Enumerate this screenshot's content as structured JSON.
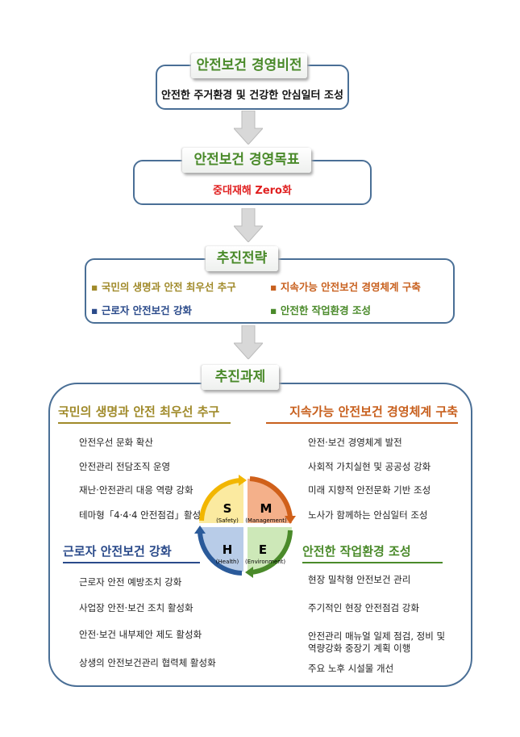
{
  "vision": {
    "title": "안전보건 경영비전",
    "text": "안전한 주거환경 및 건강한 안심일터 조성"
  },
  "goal": {
    "title": "안전보건 경영목표",
    "text": "중대재해 Zero화"
  },
  "strategy": {
    "title": "추진전략",
    "items": [
      {
        "text": "국민의 생명과 안전 최우선 추구",
        "color": "#a08a2a"
      },
      {
        "text": "지속가능 안전보건 경영체계 구축",
        "color": "#c8601e"
      },
      {
        "text": "근로자 안전보건 강화",
        "color": "#2a4a8a"
      },
      {
        "text": "안전한 작업환경 조성",
        "color": "#4a8a2a"
      }
    ]
  },
  "tasks": {
    "title": "추진과제",
    "s": {
      "heading": "국민의 생명과 안전 최우선 추구",
      "items": [
        "안전우선 문화 확산",
        "안전관리 전담조직 운영",
        "재난·안전관리 대응 역량 강화",
        "테마형「4·4·4 안전점검」활성화"
      ]
    },
    "m": {
      "heading": "지속가능 안전보건 경영체계 구축",
      "items": [
        "안전·보건 경영체계 발전",
        "사회적 가치실현 및 공공성 강화",
        "미래 지향적 안전문화 기반 조성",
        "노사가 함께하는 안심일터 조성"
      ]
    },
    "h": {
      "heading": "근로자 안전보건 강화",
      "items": [
        "근로자 안전 예방조치 강화",
        "사업장 안전·보건 조치 활성화",
        "안전·보건 내부제안 제도 활성화",
        "상생의 안전보건관리 협력체 활성화"
      ]
    },
    "e": {
      "heading": "안전한 작업환경 조성",
      "items": [
        "현장 밀착형 안전보건 관리",
        "주기적인 현장 안전점검 강화",
        "안전관리 매뉴얼 일제 점검, 정비 및",
        "역량강화 중장기 계획 이행",
        "주요 노후 시설물 개선"
      ]
    }
  },
  "hse": {
    "s": "S",
    "s_sub": "(Safety)",
    "m": "M",
    "m_sub": "(Management)",
    "h": "H",
    "h_sub": "(Health)",
    "e": "E",
    "e_sub": "(Environment)"
  }
}
